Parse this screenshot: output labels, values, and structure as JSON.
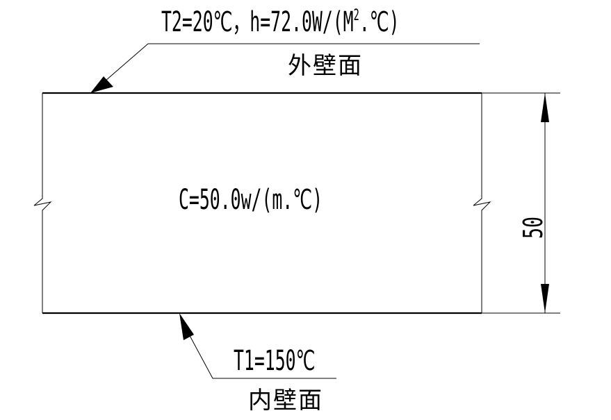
{
  "top_label": {
    "condition_text": "T2=20℃，h=72.0W/(M",
    "superscript": "2",
    "condition_tail": ".℃)",
    "surface_name": "外壁面"
  },
  "middle_label": {
    "conductivity_text": "C=50.0w/(m.℃)"
  },
  "bottom_label": {
    "condition_text": "T1=150℃",
    "surface_name": "内壁面"
  },
  "dimension": {
    "thickness_value": "50"
  },
  "colors": {
    "line": "#000000",
    "background": "#ffffff"
  }
}
